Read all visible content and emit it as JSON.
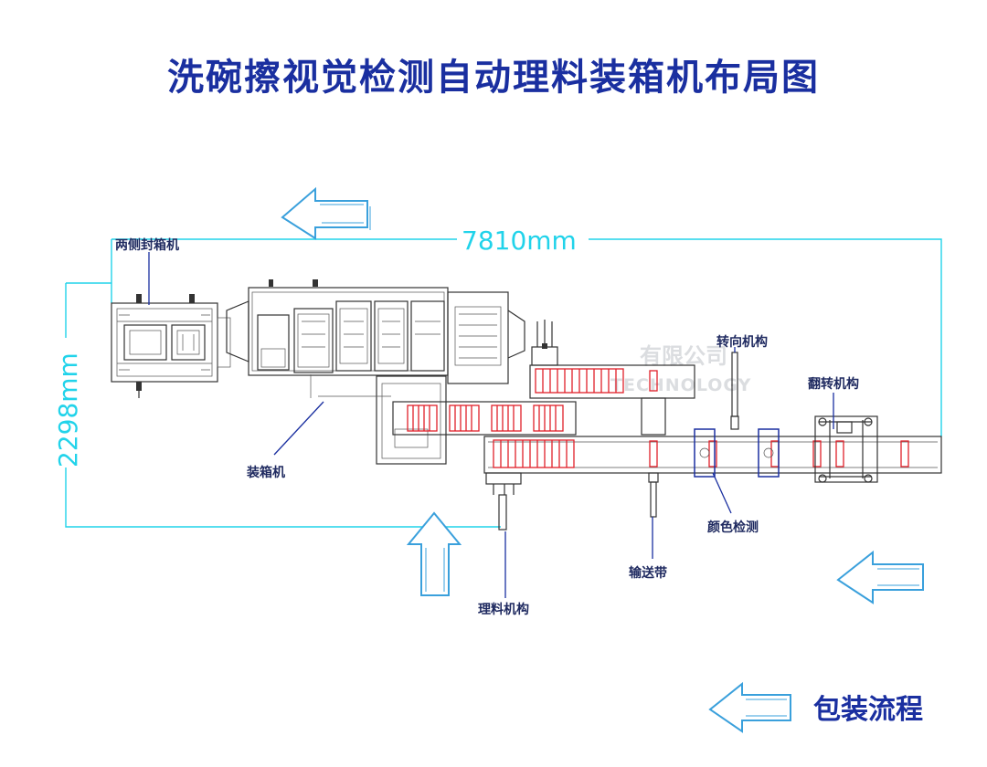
{
  "title": "洗碗擦视觉检测自动理料装箱机布局图",
  "dimensions": {
    "width": "7810mm",
    "height": "2298mm"
  },
  "labels": {
    "side_sealer": "两侧封箱机",
    "case_packer": "装箱机",
    "sorting": "理料机构",
    "conveyor": "输送带",
    "color_check": "颜色检测",
    "turning": "转向机构",
    "flipping": "翻转机构"
  },
  "legend": {
    "label": "包装流程"
  },
  "watermark": {
    "line1": "有限公司",
    "line2": "TECHNOLOGY"
  },
  "colors": {
    "title": "#1a2fa0",
    "dimension": "#21d3ea",
    "product": "#e0202a",
    "arrow": "#3aa0dc",
    "detector": "#1a2fa0"
  }
}
